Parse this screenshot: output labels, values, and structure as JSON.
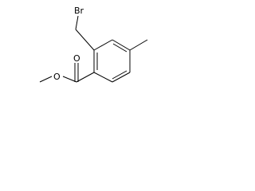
{
  "molecule": {
    "atoms": {
      "bromine": "Br",
      "carbonyl_oxygen": "O",
      "ester_oxygen": "O"
    }
  }
}
